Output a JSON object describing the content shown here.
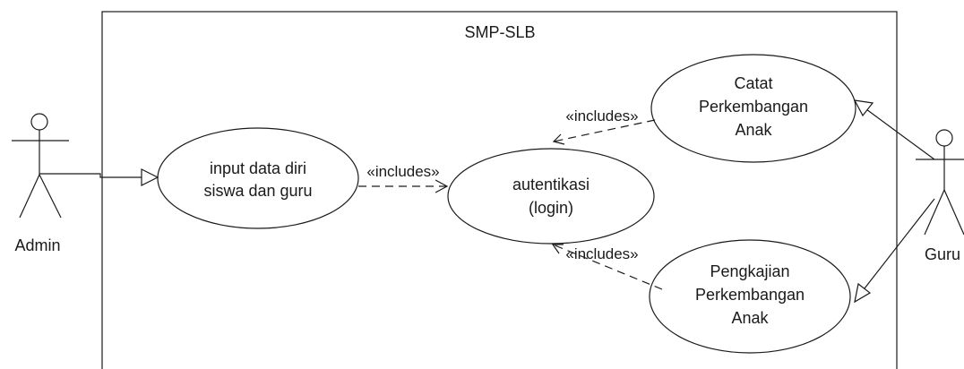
{
  "system_boundary": {
    "title": "SMP-SLB"
  },
  "actors": {
    "admin": {
      "label": "Admin"
    },
    "guru": {
      "label": "Guru"
    }
  },
  "use_cases": {
    "input_data": {
      "lines": [
        "input data diri",
        "siswa dan guru"
      ]
    },
    "autentikasi": {
      "lines": [
        "autentikasi",
        "(login)"
      ]
    },
    "catat": {
      "lines": [
        "Catat",
        "Perkembangan",
        "Anak"
      ]
    },
    "pengkajian": {
      "lines": [
        "Pengkajian",
        "Perkembangan",
        "Anak"
      ]
    }
  },
  "relations": {
    "input_to_auth": {
      "label": "«includes»"
    },
    "catat_to_auth": {
      "label": "«includes»"
    },
    "pengkajian_to_auth": {
      "label": "«includes»"
    }
  },
  "colors": {
    "stroke": "#1a1a1a",
    "background": "#ffffff"
  }
}
